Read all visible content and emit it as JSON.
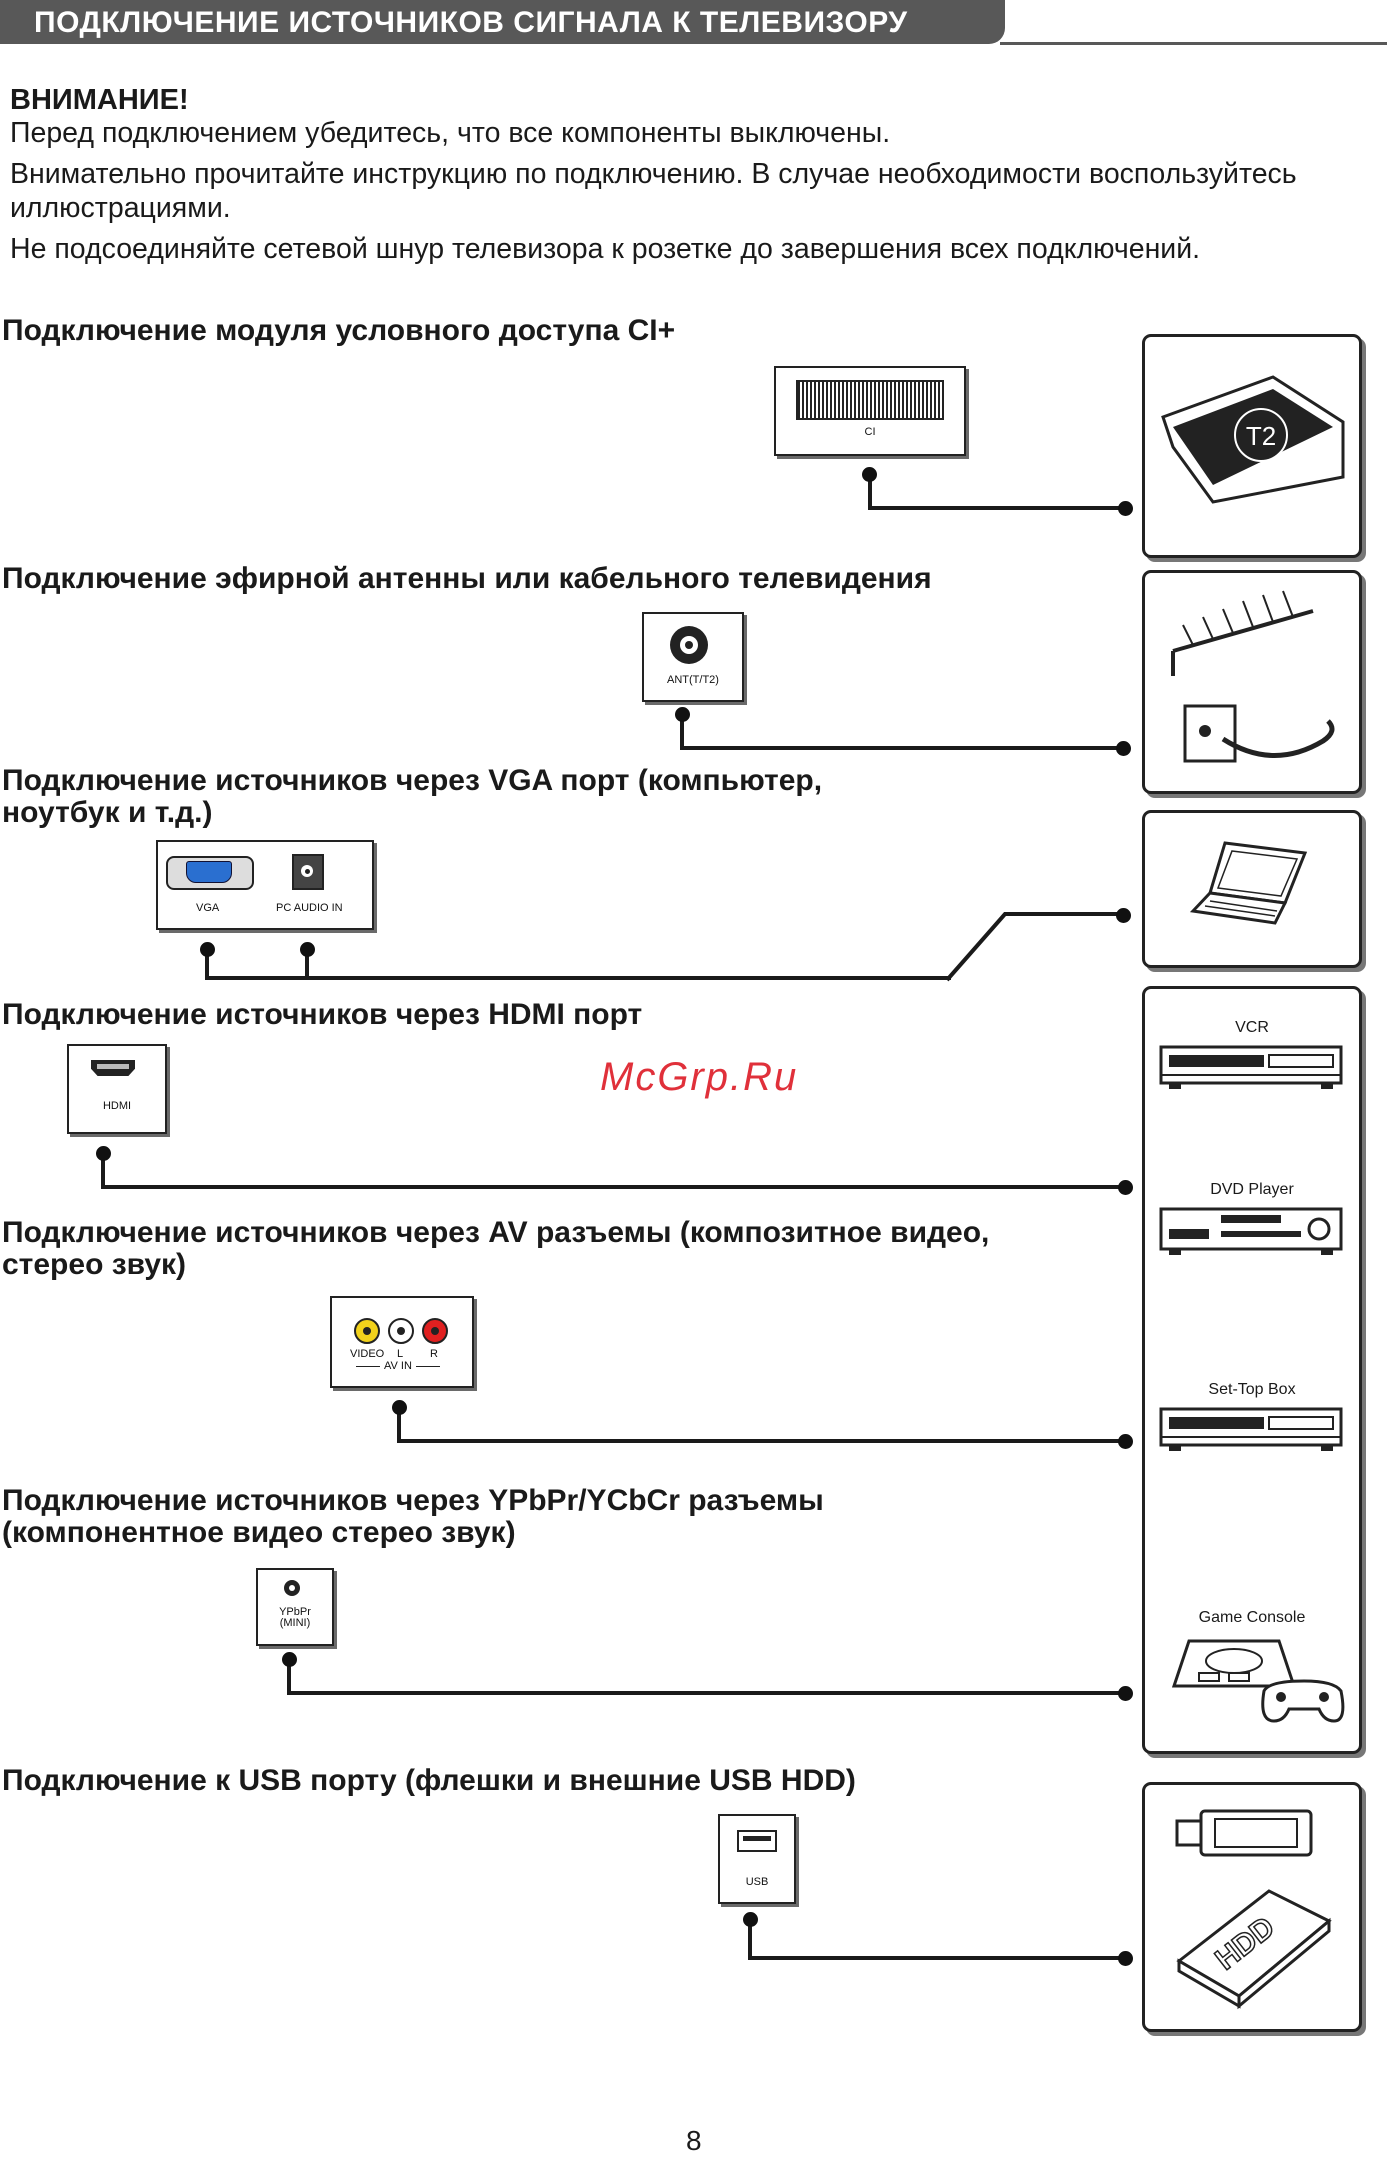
{
  "header": {
    "title": "ПОДКЛЮЧЕНИЕ ИСТОЧНИКОВ СИГНАЛА К ТЕЛЕВИЗОРУ"
  },
  "warning": {
    "title": "ВНИМАНИЕ!",
    "lines": [
      "Перед подключением убедитесь, что все компоненты выключены.",
      "Внимательно прочитайте инструкцию по подключению. В случае необходимости воспользуйтесь иллюстрациями.",
      "Не подсоединяйте сетевой шнур телевизора к розетке до завершения всех подключений."
    ]
  },
  "sections": {
    "ci": {
      "title": "Подключение модуля условного доступа CI+",
      "port": "CI",
      "card_label": "T2"
    },
    "antenna": {
      "title": "Подключение эфирной антенны или кабельного телевидения",
      "port": "ANT(T/T2)"
    },
    "vga": {
      "title_line1": "Подключение источников через VGA порт (компьютер,",
      "title_line2": "ноутбук и т.д.)",
      "port_vga": "VGA",
      "port_audio": "PC AUDIO IN"
    },
    "hdmi": {
      "title": "Подключение источников через HDMI порт",
      "port": "HDMI"
    },
    "av": {
      "title_line1": "Подключение источников через AV разъемы (композитное видео,",
      "title_line2": "стерео звук)",
      "port_video": "VIDEO",
      "port_l": "L",
      "port_r": "R",
      "port_group": "AV IN"
    },
    "ypbpr": {
      "title_line1": "Подключение источников через YPbPr/YCbCr разъемы",
      "title_line2": "(компонентное видео   стерео звук)",
      "port_line1": "YPbPr",
      "port_line2": "(MINI)"
    },
    "usb": {
      "title": "Подключение к USB порту (флешки и внешние USB HDD)",
      "port": "USB",
      "hdd_label": "HDD"
    }
  },
  "devices": {
    "vcr": "VCR",
    "dvd": "DVD Player",
    "stb": "Set-Top Box",
    "console": "Game Console"
  },
  "watermark": "McGrp.Ru",
  "page_number": "8",
  "colors": {
    "header_bg": "#585858",
    "vga_blue": "#2a6fd0",
    "rca_yellow": "#f2d21b",
    "rca_white": "#ffffff",
    "rca_red": "#e02020",
    "watermark": "#e0303a"
  }
}
